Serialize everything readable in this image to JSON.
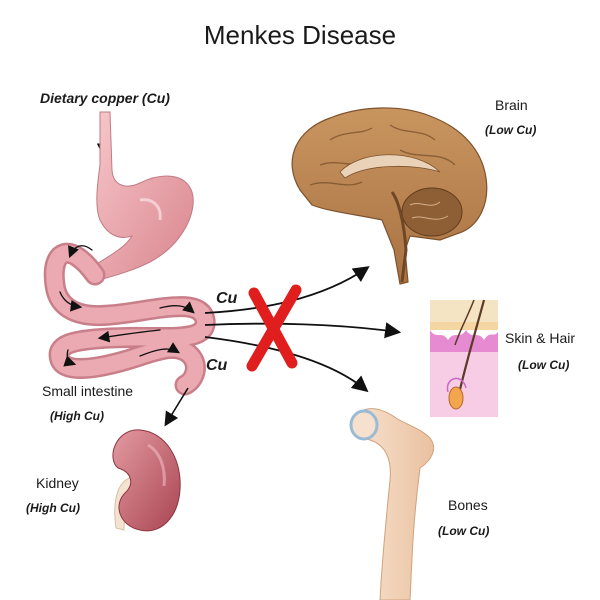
{
  "title": "Menkes Disease",
  "dietary_label": "Dietary copper (Cu)",
  "cu_labels": [
    "Cu",
    "Cu"
  ],
  "organs": {
    "brain": {
      "name": "Brain",
      "level": "(Low Cu)"
    },
    "skin_hair": {
      "name": "Skin & Hair",
      "level": "(Low Cu)"
    },
    "bones": {
      "name": "Bones",
      "level": "(Low Cu)"
    },
    "small_intestine": {
      "name": "Small intestine",
      "level": "(High Cu)"
    },
    "kidney": {
      "name": "Kidney",
      "level": "(High Cu)"
    }
  },
  "colors": {
    "block_x": "#e01e1e",
    "intestine": "#e8a0a8",
    "brain": "#b98553",
    "kidney": "#c5606b",
    "bone": "#f3d6bd",
    "skin": "#f5c6e2",
    "arrow": "#111111"
  },
  "icons": [
    "stomach-icon",
    "intestine-icon",
    "brain-icon",
    "skin-hair-icon",
    "bone-icon",
    "kidney-icon",
    "blocked-x-icon"
  ]
}
